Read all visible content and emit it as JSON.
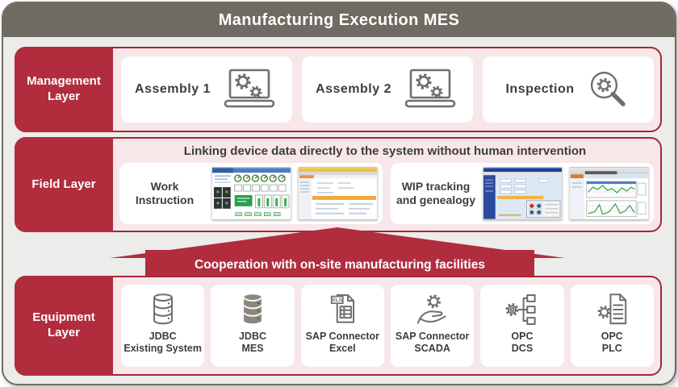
{
  "header": {
    "title": "Manufacturing Execution MES"
  },
  "colors": {
    "accent_red": "#b12d3d",
    "border_red": "#a32739",
    "panel_pink": "#f7e7e9",
    "header_gray": "#6f6b62",
    "canvas_gray": "#ececea",
    "icon_gray": "#6f6f6f",
    "text_dark": "#3d3d3d"
  },
  "management_layer": {
    "label": "Management Layer",
    "cards": [
      {
        "label": "Assembly 1",
        "icon": "laptop-gears-icon"
      },
      {
        "label": "Assembly 2",
        "icon": "laptop-gears-icon"
      },
      {
        "label": "Inspection",
        "icon": "magnifier-gear-icon"
      }
    ]
  },
  "field_layer": {
    "label": "Field Layer",
    "heading": "Linking device data directly to the system without human intervention",
    "cards": [
      {
        "label": "Work Instruction",
        "thumbnails": [
          "scada-dashboard-screenshot",
          "sap-form-screenshot"
        ]
      },
      {
        "label": "WIP tracking and genealogy",
        "thumbnails": [
          "wip-app-screenshot",
          "trend-charts-screenshot"
        ]
      }
    ]
  },
  "arrow_banner": {
    "label": "Cooperation with on-site manufacturing facilities"
  },
  "equipment_layer": {
    "label": "Equipment Layer",
    "cards": [
      {
        "line1": "JDBC",
        "line2": "Existing System",
        "icon": "database-outline-icon"
      },
      {
        "line1": "JDBC",
        "line2": "MES",
        "icon": "database-filled-icon"
      },
      {
        "line1": "SAP Connector",
        "line2": "Excel",
        "icon": "xls-file-icon"
      },
      {
        "line1": "SAP Connector",
        "line2": "SCADA",
        "icon": "hand-gear-icon"
      },
      {
        "line1": "OPC",
        "line2": "DCS",
        "icon": "gear-tree-icon"
      },
      {
        "line1": "OPC",
        "line2": "PLC",
        "icon": "gear-document-icon"
      }
    ]
  }
}
